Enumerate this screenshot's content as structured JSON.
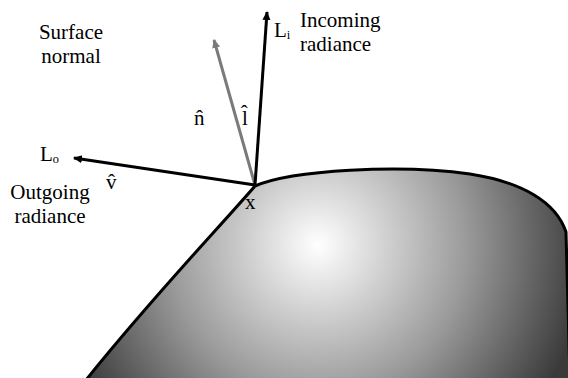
{
  "diagram": {
    "labels": [
      "Surface normal",
      "Lᵢ",
      "Incoming radiance",
      "n̂",
      "l̂",
      "Lₒ",
      "Outgoing radiance",
      "v̂",
      "x"
    ]
  }
}
